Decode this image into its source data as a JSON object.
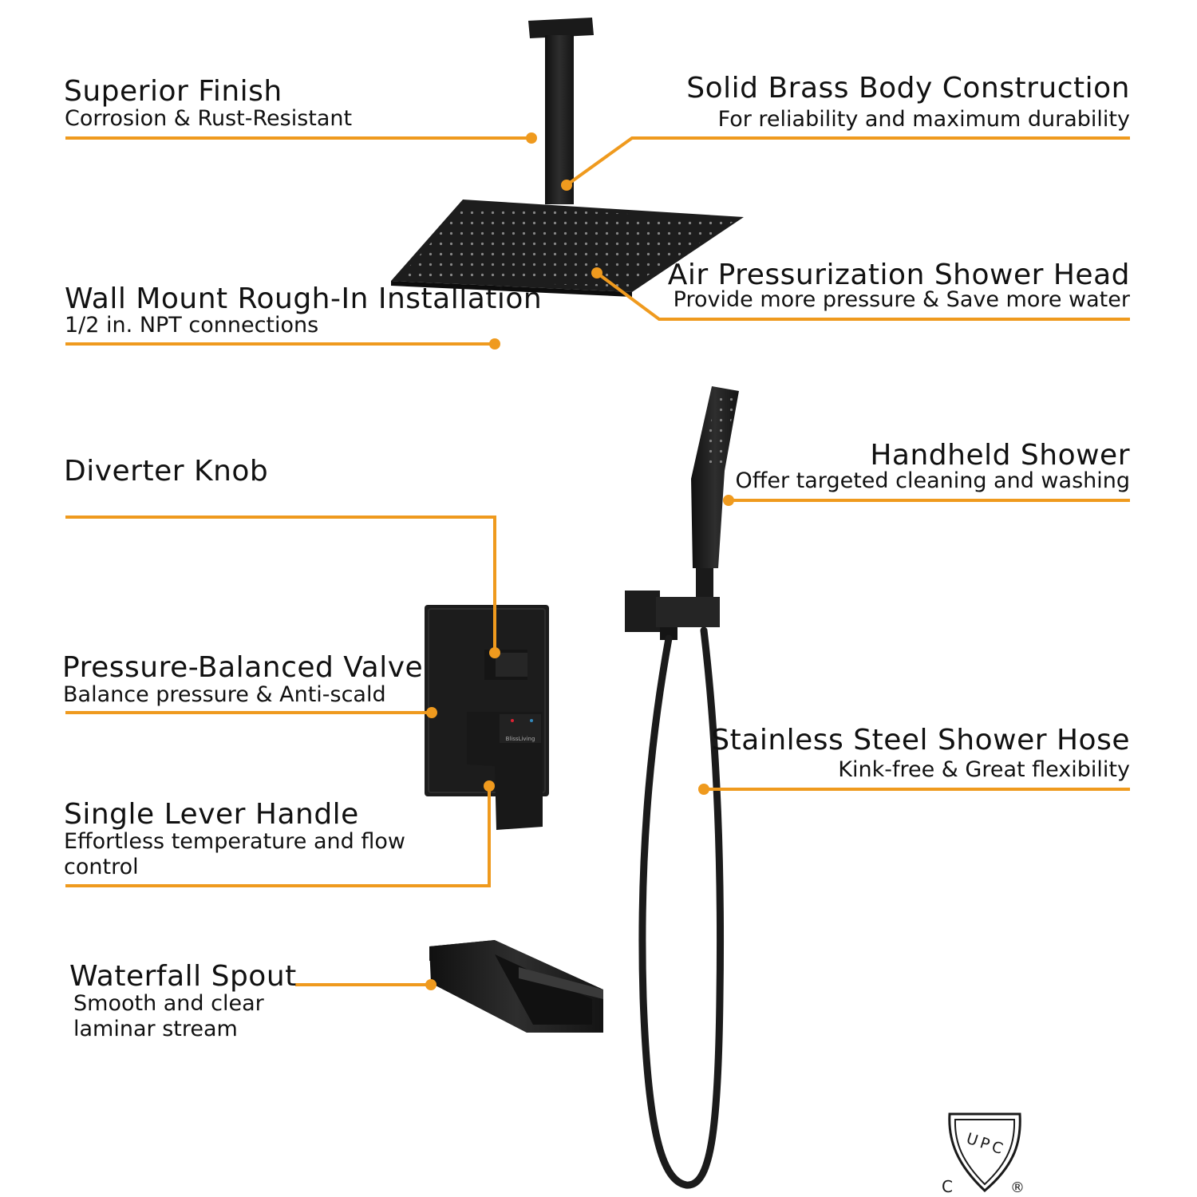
{
  "accent_color": "#ef9a1e",
  "product_color": "#1c1c1c",
  "features": {
    "superior_finish": {
      "title": "Superior Finish",
      "subtitle": "Corrosion & Rust-Resistant"
    },
    "solid_brass": {
      "title": "Solid Brass Body Construction",
      "subtitle": "For reliability and maximum durability"
    },
    "air_pressurization": {
      "title": "Air Pressurization Shower Head",
      "subtitle": "Provide more pressure & Save more water"
    },
    "wall_mount": {
      "title": "Wall Mount Rough-In Installation",
      "subtitle": "1/2 in. NPT connections"
    },
    "diverter_knob": {
      "title": "Diverter Knob"
    },
    "handheld_shower": {
      "title": "Handheld Shower",
      "subtitle": "Offer targeted cleaning and washing"
    },
    "pressure_balanced": {
      "title": "Pressure-Balanced Valve",
      "subtitle": "Balance pressure & Anti-scald"
    },
    "stainless_hose": {
      "title": "Stainless Steel Shower Hose",
      "subtitle": "Kink-free & Great flexibility"
    },
    "single_lever": {
      "title": "Single Lever Handle",
      "subtitle": "Effortless temperature and  flow control"
    },
    "waterfall_spout": {
      "title": "Waterfall Spout",
      "subtitle": "Smooth and clear laminar stream"
    }
  },
  "certification": {
    "mark": "UPC",
    "left_letter": "C",
    "registered": "®"
  },
  "trim_brand": "BlissLiving",
  "icons": {
    "certification": "upc-shield-icon"
  }
}
